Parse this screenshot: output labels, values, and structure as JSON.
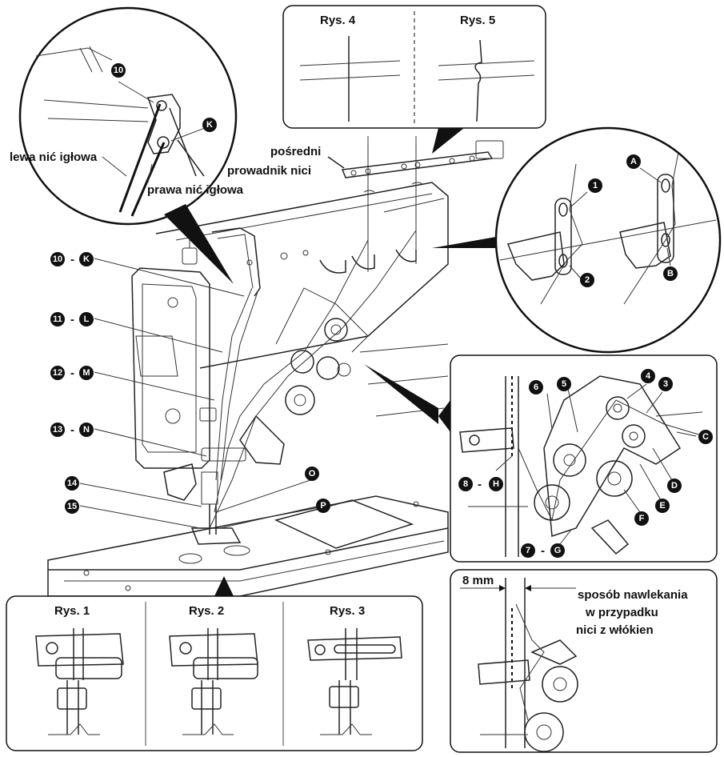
{
  "figures": {
    "fig1": "Rys. 1",
    "fig2": "Rys. 2",
    "fig3": "Rys. 3",
    "fig4": "Rys. 4",
    "fig5": "Rys. 5"
  },
  "labels": {
    "left_thread": "lewa nić igłowa",
    "right_thread": "prawa nić igłowa",
    "intermediate_guide_line1": "pośredni",
    "intermediate_guide_line2": "prowadnik nici",
    "distance": "8 mm",
    "fiber_note_line1": "sposób nawlekania",
    "fiber_note_line2": "w przypadku",
    "fiber_note_line3": "nici z włókien",
    "dash": "-"
  },
  "markers": {
    "m10": "10",
    "mK": "K",
    "m11": "11",
    "mL": "L",
    "m12": "12",
    "mM": "M",
    "m13": "13",
    "mN": "N",
    "m14": "14",
    "m15": "15",
    "mO": "O",
    "mP": "P",
    "mA": "A",
    "mB": "B",
    "m1": "1",
    "m2": "2",
    "m3": "3",
    "m4": "4",
    "m5": "5",
    "m6": "6",
    "m7": "7",
    "m8": "8",
    "mC": "C",
    "mD": "D",
    "mE": "E",
    "mF": "F",
    "mG": "G",
    "mH": "H"
  },
  "colors": {
    "line": "#222222",
    "badge": "#111111",
    "background": "#ffffff"
  }
}
